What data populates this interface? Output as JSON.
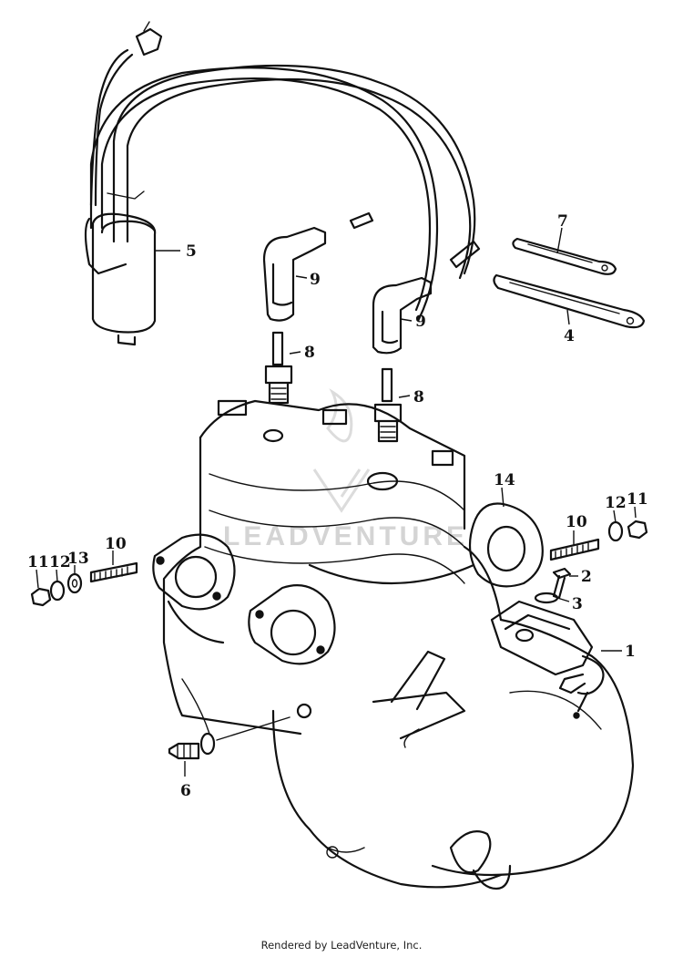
{
  "watermark": {
    "text": "LEADVENTURE"
  },
  "footer": {
    "credit": "Rendered by LeadVenture, Inc."
  },
  "callouts": {
    "c1": "1",
    "c2": "2",
    "c3": "3",
    "c4": "4",
    "c5": "5",
    "c6": "6",
    "c7": "7",
    "c8a": "8",
    "c8b": "8",
    "c9a": "9",
    "c9b": "9",
    "c10a": "10",
    "c10b": "10",
    "c11a": "11",
    "c11b": "11",
    "c12a": "12",
    "c12b": "12",
    "c13": "13",
    "c14": "14"
  },
  "colors": {
    "ink": "#111111",
    "background": "#ffffff",
    "watermark": "#d4d4d4"
  }
}
